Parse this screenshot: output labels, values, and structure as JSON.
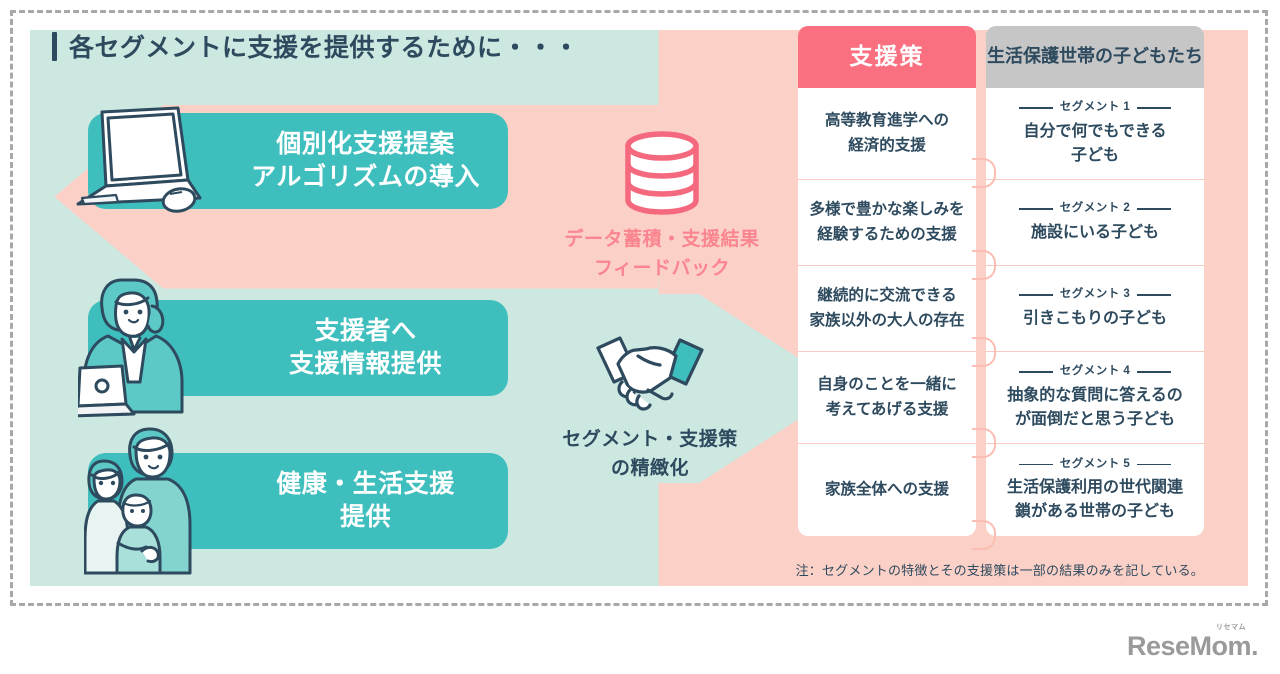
{
  "header": {
    "title": "各セグメントに支援を提供するために・・・"
  },
  "left_panel": {
    "cards": [
      {
        "icon": "laptop-mouse-icon",
        "line1": "個別化支援提案",
        "line2": "アルゴリズムの導入"
      },
      {
        "icon": "woman-laptop-icon",
        "line1": "支援者へ",
        "line2": "支援情報提供"
      },
      {
        "icon": "family-icon",
        "line1": "健康・生活支援",
        "line2": "提供"
      }
    ]
  },
  "middle": {
    "feedback": {
      "icon": "database-icon",
      "line1": "データ蓄積・支援結果",
      "line2": "フィードバック"
    },
    "refinement": {
      "icon": "handshake-icon",
      "line1": "セグメント・支援策",
      "line2": "の精緻化"
    }
  },
  "table": {
    "headers": {
      "support": "支援策",
      "children": "生活保護世帯の子どもたち"
    },
    "rows": [
      {
        "support_line1": "高等教育進学への",
        "support_line2": "経済的支援",
        "segment_label": "セグメント 1",
        "child_line1": "自分で何でもできる",
        "child_line2": "子ども"
      },
      {
        "support_line1": "多様で豊かな楽しみを",
        "support_line2": "経験するための支援",
        "segment_label": "セグメント 2",
        "child_line1": "施設にいる子ども",
        "child_line2": ""
      },
      {
        "support_line1": "継続的に交流できる",
        "support_line2": "家族以外の大人の存在",
        "segment_label": "セグメント 3",
        "child_line1": "引きこもりの子ども",
        "child_line2": ""
      },
      {
        "support_line1": "自身のことを一緒に",
        "support_line2": "考えてあげる支援",
        "segment_label": "セグメント 4",
        "child_line1": "抽象的な質問に答えるの",
        "child_line2": "が面倒だと思う子ども"
      },
      {
        "support_line1": "家族全体への支援",
        "support_line2": "",
        "segment_label": "セグメント 5",
        "child_line1": "生活保護利用の世代関連",
        "child_line2": "鎖がある世帯の子ども"
      }
    ],
    "footnote": "注：セグメントの特徴とその支援策は一部の結果のみを記している。"
  },
  "logo": {
    "text": "ReseMom.",
    "ruby": "リセマム"
  },
  "colors": {
    "teal_bg": "#cde8e1",
    "pink_bg": "#fbd0c6",
    "card_teal": "#3fbebe",
    "header_pink": "#fa7080",
    "header_gray": "#c6c6c6",
    "navy_text": "#2e4a5e",
    "pink_text": "#fa8590"
  }
}
